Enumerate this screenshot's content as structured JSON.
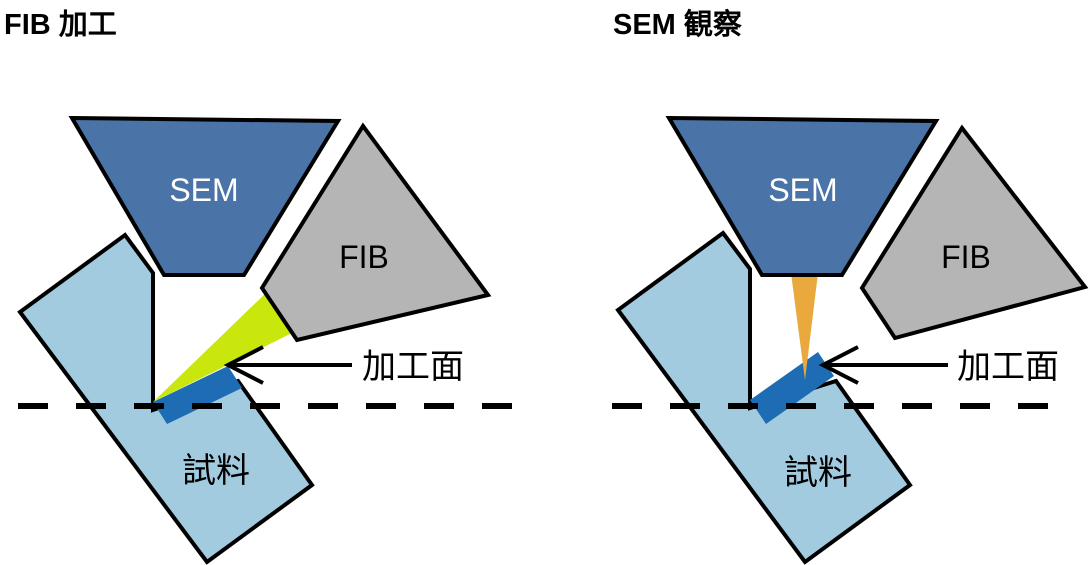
{
  "colors": {
    "sem_column": "#4a73a8",
    "fib_column": "#b5b5b5",
    "sample": "#a2cbe0",
    "milled_face": "#1e6cb4",
    "ion_beam": "#c9e70c",
    "electron_beam": "#e9a93c",
    "outline": "#000000",
    "label_text": "#000000",
    "sem_text": "#ffffff"
  },
  "left_panel": {
    "title": "FIB 加工",
    "sem_label": "SEM",
    "fib_label": "FIB",
    "sample_label": "試料",
    "surface_label": "加工面"
  },
  "right_panel": {
    "title": "SEM 観察",
    "sem_label": "SEM",
    "fib_label": "FIB",
    "sample_label": "試料",
    "surface_label": "加工面"
  }
}
